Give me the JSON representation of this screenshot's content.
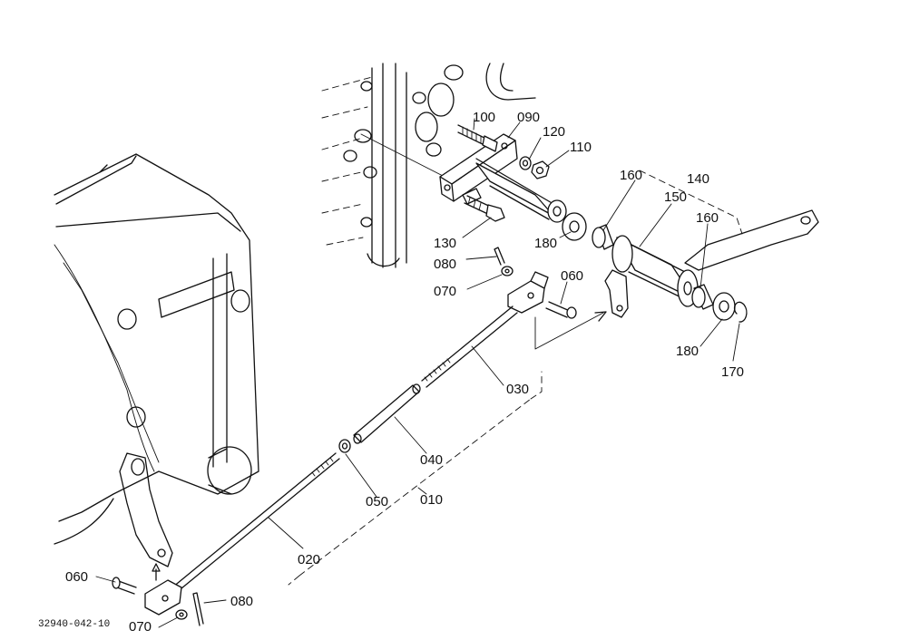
{
  "figure_code": "32940-042-10",
  "callouts": [
    {
      "id": "060a",
      "text": "060"
    },
    {
      "id": "060b",
      "text": "060"
    },
    {
      "id": "070a",
      "text": "070"
    },
    {
      "id": "070b",
      "text": "070"
    },
    {
      "id": "080a",
      "text": "080"
    },
    {
      "id": "080b",
      "text": "080"
    },
    {
      "id": "020",
      "text": "020"
    },
    {
      "id": "010",
      "text": "010"
    },
    {
      "id": "030",
      "text": "030"
    },
    {
      "id": "040",
      "text": "040"
    },
    {
      "id": "050",
      "text": "050"
    },
    {
      "id": "090",
      "text": "090"
    },
    {
      "id": "100",
      "text": "100"
    },
    {
      "id": "110",
      "text": "110"
    },
    {
      "id": "120",
      "text": "120"
    },
    {
      "id": "130",
      "text": "130"
    },
    {
      "id": "140",
      "text": "140"
    },
    {
      "id": "150",
      "text": "150"
    },
    {
      "id": "160a",
      "text": "160"
    },
    {
      "id": "160b",
      "text": "160"
    },
    {
      "id": "170",
      "text": "170"
    },
    {
      "id": "180a",
      "text": "180"
    },
    {
      "id": "180b",
      "text": "180"
    }
  ]
}
